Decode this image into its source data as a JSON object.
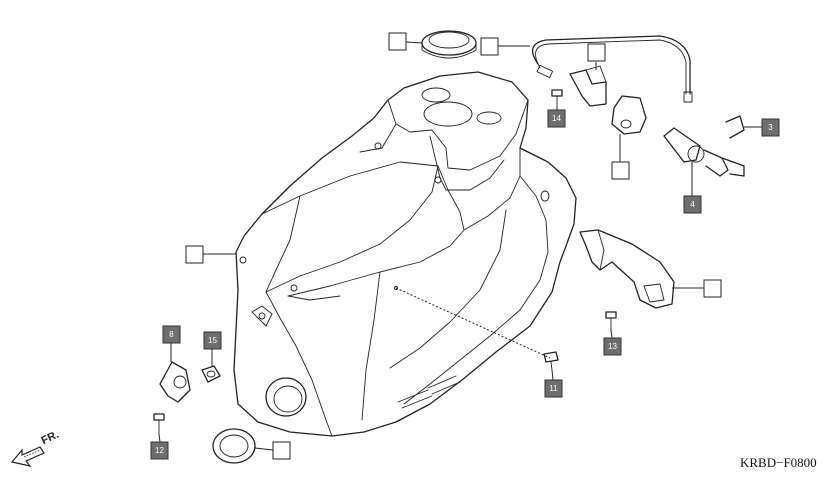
{
  "callouts": [
    {
      "id": "seal",
      "label": ""
    },
    {
      "id": "cable",
      "label": ""
    },
    {
      "id": "bracket",
      "label": ""
    },
    {
      "id": "cover",
      "label": ""
    },
    {
      "id": "body",
      "label": ""
    },
    {
      "id": "handle",
      "label": ""
    },
    {
      "id": "grommet",
      "label": ""
    },
    {
      "id": "part3",
      "label": "3"
    },
    {
      "id": "part4",
      "label": "4"
    },
    {
      "id": "part8",
      "label": "8"
    },
    {
      "id": "part11",
      "label": "11"
    },
    {
      "id": "part12",
      "label": "12"
    },
    {
      "id": "part13",
      "label": "13"
    },
    {
      "id": "part14",
      "label": "14"
    },
    {
      "id": "part15",
      "label": "15"
    }
  ],
  "diagram_code": "KRBD−F0800",
  "direction_label": "FR.",
  "colors": {
    "line": "#222222",
    "callout_fill": "#6e6e6e",
    "background": "#ffffff"
  }
}
